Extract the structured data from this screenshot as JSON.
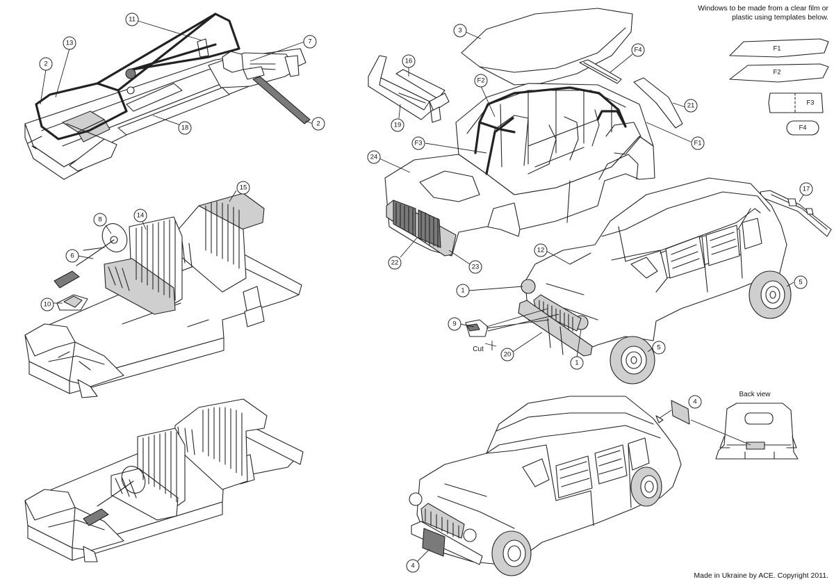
{
  "note": "Windows to be made from a clear film or plastic using templates below.",
  "copyright": "Made in Ukraine by ACE. Copyright 2011.",
  "templates": [
    "F1",
    "F2",
    "F3",
    "F4"
  ],
  "back_view_label": "Back view",
  "cut_label": "Cut",
  "callouts": [
    "11",
    "13",
    "2",
    "7",
    "2",
    "18",
    "3",
    "16",
    "F2",
    "F4",
    "19",
    "21",
    "F3",
    "F1",
    "24",
    "22",
    "23",
    "15",
    "8",
    "14",
    "6",
    "10",
    "17",
    "12",
    "1",
    "5",
    "9",
    "20",
    "1",
    "5",
    "4",
    "4"
  ]
}
